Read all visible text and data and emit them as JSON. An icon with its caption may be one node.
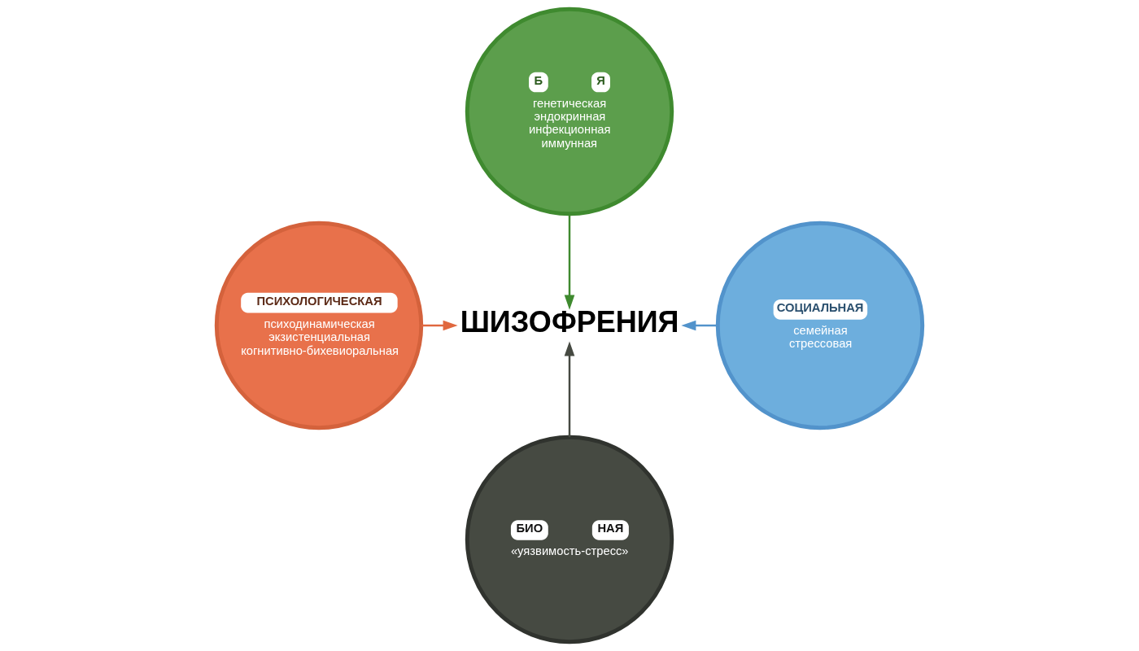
{
  "diagram": {
    "nodes": [
      {
        "text": [
          "Б",
          "Я",
          "генетическая эндокринная инфекционная иммунная"
        ]
      },
      {
        "text": [
          "ПСИХОЛОГИЧЕСКАЯ",
          "психодинамическая экзистенциальная когнитивно-бихевиоральная"
        ]
      },
      {
        "text": [
          "ШИЗОФРЕНИЯ"
        ]
      },
      {
        "text": [
          "СОЦИАЛЬНАЯ",
          "семейная стрессовая"
        ]
      },
      {
        "text": [
          "БИО",
          "НАЯ",
          "«уязвимость-стресс»"
        ]
      }
    ],
    "edges": [
      {
        "from": 0,
        "to": 2,
        "arrow": "to",
        "color": "#3f8a2f"
      },
      {
        "from": 1,
        "to": 2,
        "arrow": "to",
        "color": "#e0683f"
      },
      {
        "from": 3,
        "to": 2,
        "arrow": "to",
        "color": "#5293cb"
      },
      {
        "from": 4,
        "to": 2,
        "arrow": "to",
        "color": "#464a42"
      }
    ]
  }
}
